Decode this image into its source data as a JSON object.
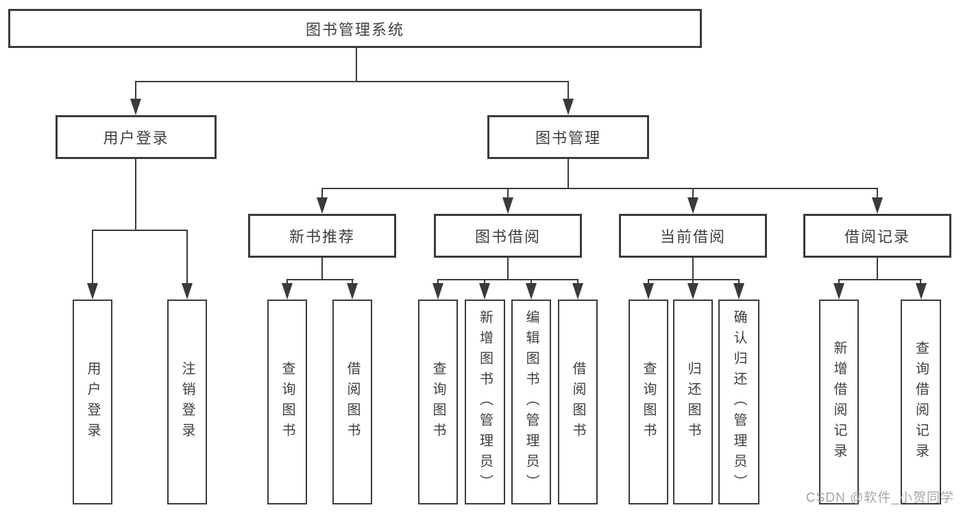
{
  "colors": {
    "line": "#3a3a3a",
    "text": "#3f3f3f",
    "watermark": "#a6a6a6"
  },
  "nodes": {
    "root": "图书管理系统",
    "user_login": "用户登录",
    "book_mgmt": "图书管理",
    "new_book": "新书推荐",
    "book_borrow": "图书借阅",
    "current_borrow": "当前借阅",
    "borrow_record": "借阅记录",
    "ul_user_login": "用户登录",
    "ul_logout": "注销登录",
    "nb_query": "查询图书",
    "nb_borrow": "借阅图书",
    "bb_query": "查询图书",
    "bb_add": "新增图书（管理员）",
    "bb_edit": "编辑图书（管理员）",
    "bb_borrow": "借阅图书",
    "cb_query": "查询图书",
    "cb_return": "归还图书",
    "cb_confirm": "确认归还（管理员）",
    "br_add": "新增借阅记录",
    "br_query": "查询借阅记录"
  },
  "watermark": "CSDN @软件_小贺同学"
}
